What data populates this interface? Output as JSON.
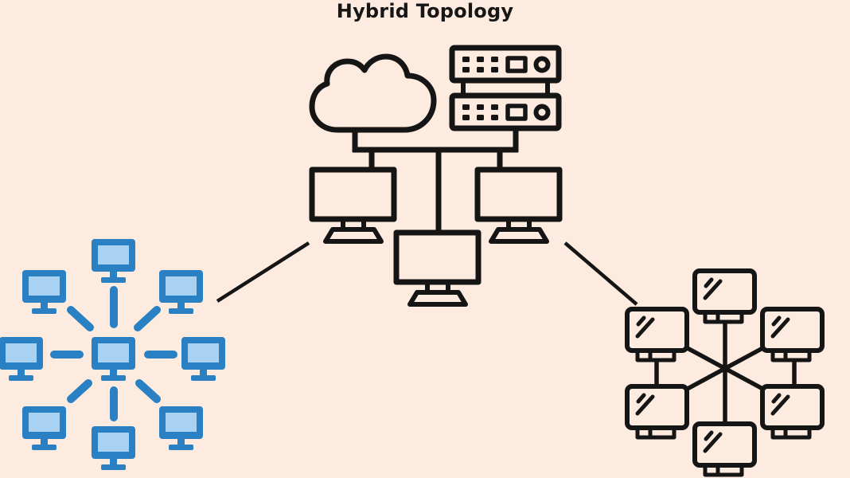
{
  "title": "Hybrid Topology",
  "colors": {
    "background": "#fdebe0",
    "ink": "#151515",
    "star_blue": "#2980c2",
    "star_screen": "#a9d2f2",
    "title_color": "#161616"
  },
  "icons": {
    "cloud": "cloud-icon",
    "server_rack": "server-rack-icon",
    "workstation": "monitor-icon",
    "star_computer": "blue-computer-icon",
    "mesh_computer": "outline-computer-icon"
  },
  "diagram": {
    "hub": {
      "cloud_count": 1,
      "server_unit_count": 2,
      "workstation_count": 3
    },
    "star_topology_node_count": 9,
    "mesh_topology_node_count": 6,
    "inter_topology_links": 2
  }
}
